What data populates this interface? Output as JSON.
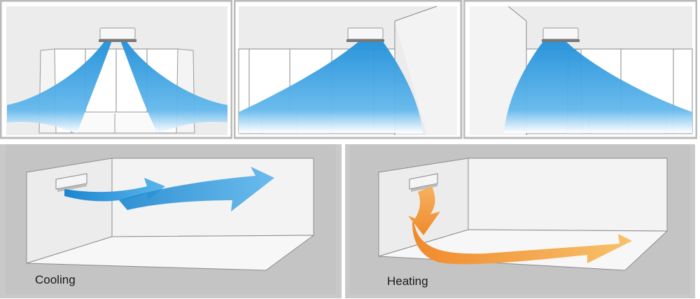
{
  "panels": {
    "cooling": {
      "caption": "Cooling",
      "accent": "#2a9fe0"
    },
    "heating": {
      "caption": "Heating",
      "accent": "#f2973a"
    }
  },
  "colors": {
    "frame": "#b9b9b9",
    "wall": "#ededed",
    "line": "#8c8c8c",
    "unit": "#d9d9d9"
  },
  "icons": [
    "ceiling-ac-unit",
    "wall-ac-unit",
    "window",
    "curtain",
    "sofa",
    "airflow-arrow"
  ]
}
